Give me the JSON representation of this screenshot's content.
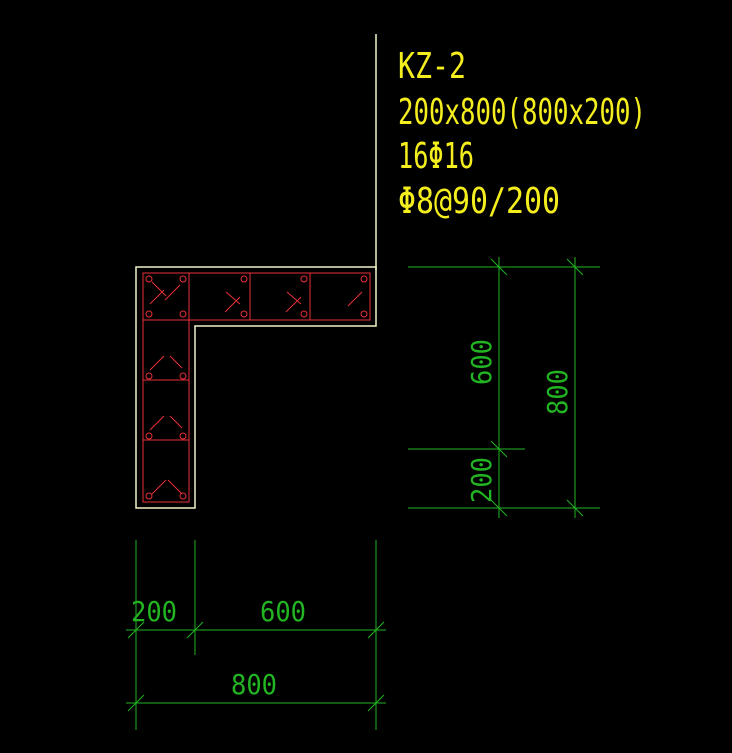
{
  "colors": {
    "background": "#000000",
    "outline": "#f2f2c8",
    "rebar": "#e8303a",
    "dimension": "#22b422",
    "label": "#f5ee1e"
  },
  "column_label": {
    "name": "KZ-2",
    "size": "200x800(800x200)",
    "longitudinal_rebar": "16Φ16",
    "stirrups": "Φ8@90/200"
  },
  "dimensions": {
    "bottom": {
      "segment_left": "200",
      "segment_right": "600",
      "total": "800"
    },
    "right": {
      "segment_upper": "600",
      "segment_lower": "200",
      "total": "800"
    }
  }
}
